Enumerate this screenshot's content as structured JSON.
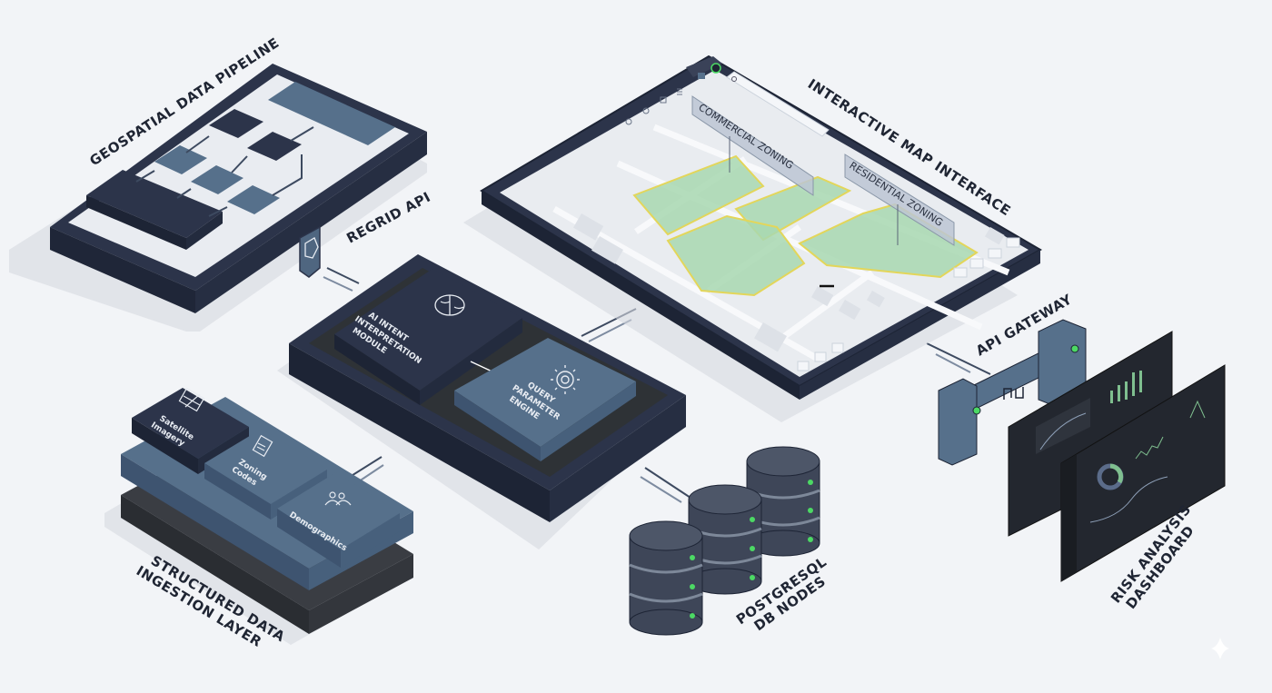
{
  "labels": {
    "geospatial_pipeline": "GEOSPATIAL DATA PIPELINE",
    "regrid_api": "REGRID API",
    "interactive_map": "INTERACTIVE MAP INTERFACE",
    "ai_module": [
      "AI INTENT",
      "INTERPRETATION",
      "MODULE"
    ],
    "query_engine": [
      "QUERY",
      "PARAMETER",
      "ENGINE"
    ],
    "ingestion_layer": [
      "STRUCTURED DATA",
      "INGESTION LAYER"
    ],
    "postgres": [
      "POSTGRESQL",
      "DB NODES"
    ],
    "api_gateway": "API GATEWAY",
    "risk_dashboard": [
      "RISK ANALYSIS",
      "DASHBOARD"
    ]
  },
  "ingestion_tiles": [
    {
      "label": [
        "Satellite",
        "Imagery"
      ],
      "icon": "image-icon"
    },
    {
      "label": [
        "Zoning",
        "Codes"
      ],
      "icon": "document-icon"
    },
    {
      "label": [
        "Demographics"
      ],
      "icon": "people-icon"
    }
  ],
  "map": {
    "zones": [
      "COMMERCIAL ZONING",
      "RESIDENTIAL ZONING"
    ]
  },
  "colors": {
    "background": "#f2f4f7",
    "navy": "#2c344a",
    "slate": "#4f6680",
    "zone_fill": "#a8d8b0",
    "zone_border": "#e3d65a",
    "status_green": "#4cd964",
    "dashboard": "#23272f"
  }
}
